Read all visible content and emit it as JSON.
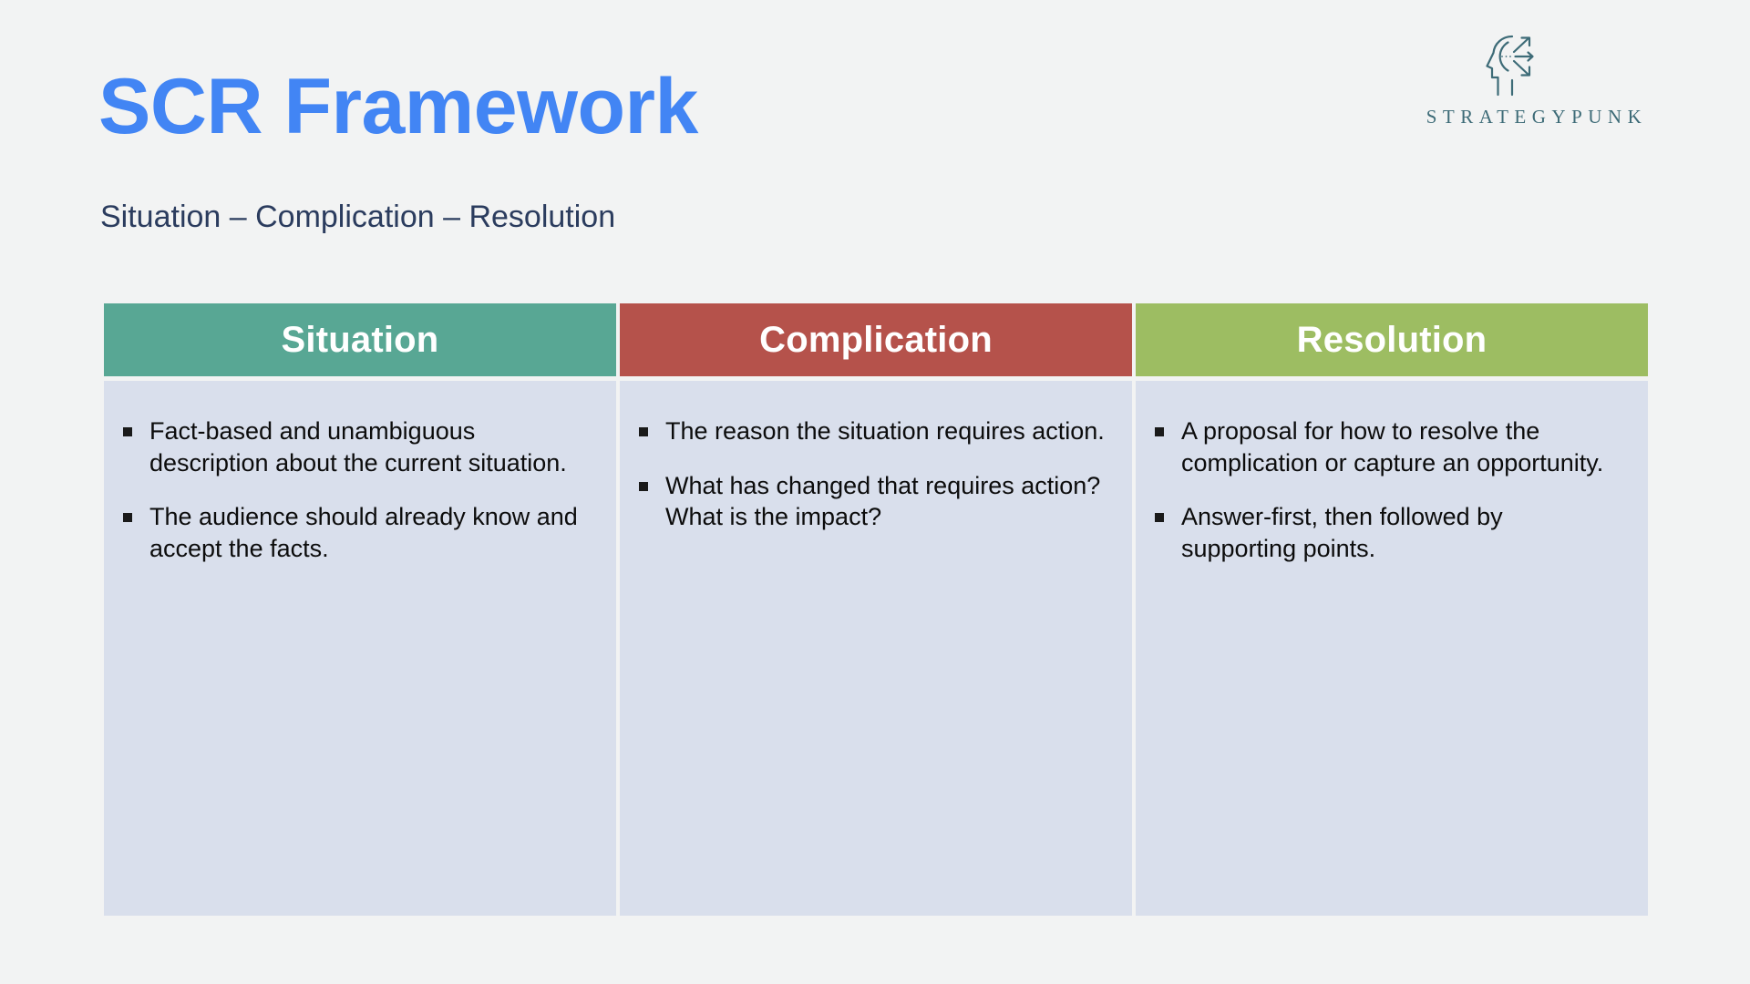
{
  "slide": {
    "background_color": "#f2f3f3",
    "title": "SCR Framework",
    "title_color": "#4285f4",
    "subtitle": "Situation – Complication – Resolution",
    "subtitle_color": "#2b3c5e"
  },
  "logo": {
    "wordmark": "STRATEGYPUNK",
    "color": "#3d6b77",
    "mark_name": "head-profile-with-arrows-icon"
  },
  "table": {
    "body_background": "#d9dfec",
    "columns": [
      {
        "header": "Situation",
        "header_color": "#58a794",
        "bullets": [
          "Fact-based and unambiguous description about the current situation.",
          "The audience should already know and accept the facts."
        ]
      },
      {
        "header": "Complication",
        "header_color": "#b5524b",
        "bullets": [
          "The reason the situation requires action.",
          "What has changed that requires action? What is the impact?"
        ]
      },
      {
        "header": "Resolution",
        "header_color": "#9dbd62",
        "bullets": [
          "A proposal for how to resolve the complication or capture an opportunity.",
          "Answer-first, then followed by supporting points."
        ]
      }
    ]
  }
}
